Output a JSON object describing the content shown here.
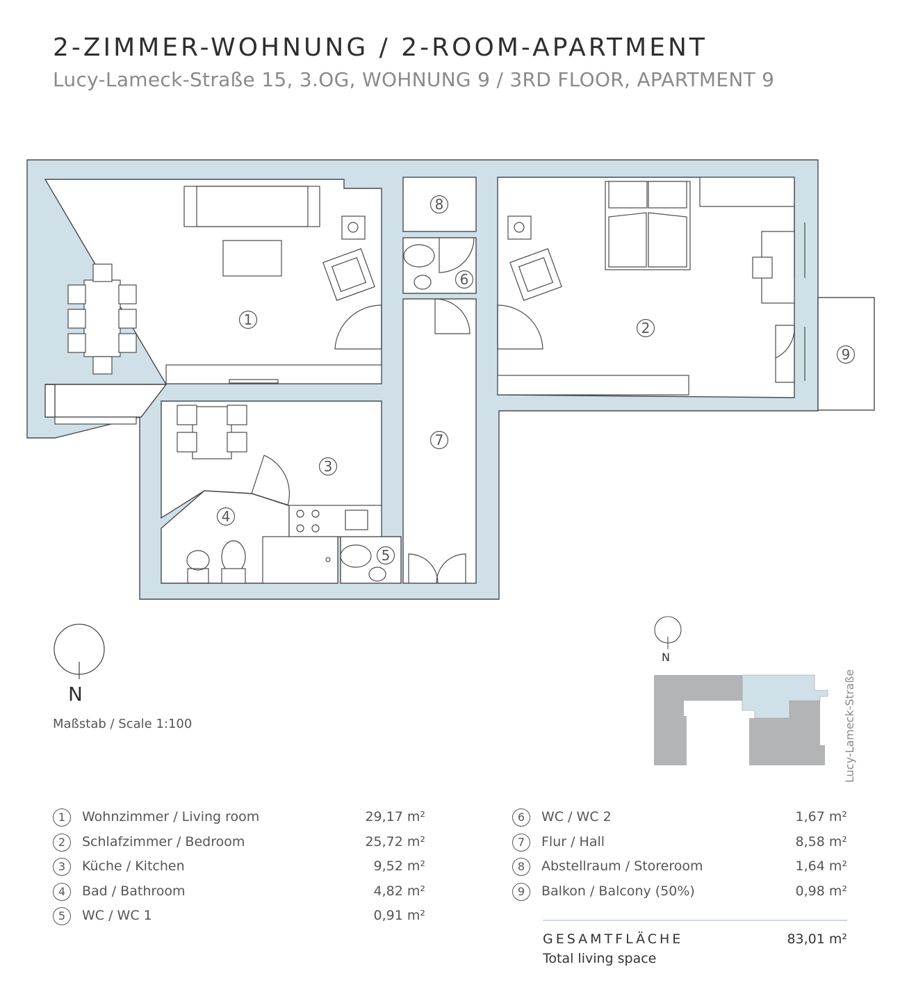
{
  "header": {
    "title": "2-ZIMMER-WOHNUNG / 2-ROOM-APARTMENT",
    "subtitle": "Lucy-Lameck-Straße 15, 3.OG, WOHNUNG 9 / 3RD FLOOR, APARTMENT 9"
  },
  "plan": {
    "room_markers": [
      "1",
      "2",
      "3",
      "4",
      "5",
      "6",
      "7",
      "8",
      "9"
    ]
  },
  "compass": {
    "north_label": "N",
    "scale_label": "Maßstab / Scale 1:100",
    "small_north_label": "N",
    "street_label": "Lucy-Lameck-Straße"
  },
  "colors": {
    "wall": "#cfe0e8",
    "line": "#4a4a4a",
    "building": "#b3b4b5",
    "highlight": "#cfe0e8"
  },
  "legend": {
    "left": [
      {
        "num": "1",
        "label": "Wohnzimmer / Living room",
        "area": "29,17 m²"
      },
      {
        "num": "2",
        "label": "Schlafzimmer / Bedroom",
        "area": "25,72 m²"
      },
      {
        "num": "3",
        "label": "Küche / Kitchen",
        "area": "9,52 m²"
      },
      {
        "num": "4",
        "label": "Bad / Bathroom",
        "area": "4,82 m²"
      },
      {
        "num": "5",
        "label": "WC / WC 1",
        "area": "0,91 m²"
      }
    ],
    "right": [
      {
        "num": "6",
        "label": "WC / WC 2",
        "area": "1,67 m²"
      },
      {
        "num": "7",
        "label": "Flur / Hall",
        "area": "8,58 m²"
      },
      {
        "num": "8",
        "label": "Abstellraum / Storeroom",
        "area": "1,64 m²"
      },
      {
        "num": "9",
        "label": "Balkon / Balcony (50%)",
        "area": "0,98 m²"
      }
    ]
  },
  "total": {
    "label": "GESAMTFLÄCHE",
    "sublabel": "Total living space",
    "value": "83,01 m²"
  }
}
